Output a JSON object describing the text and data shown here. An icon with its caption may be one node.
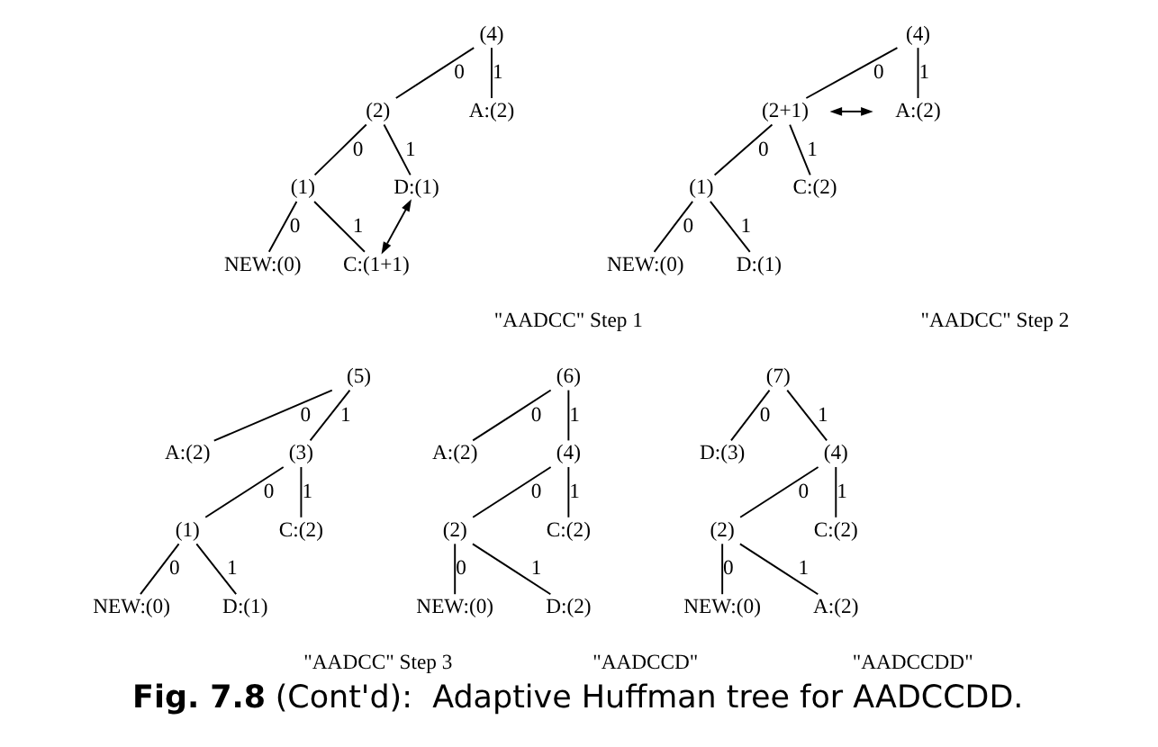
{
  "diagram": {
    "caption": "**Fig. 7.8** (Cont'd):  Adaptive Huffman tree for AADCCDD.",
    "nodes": [
      {
        "text": [
          "(4)"
        ]
      },
      {
        "text": [
          "(2)"
        ]
      },
      {
        "text": [
          "A:(2)"
        ]
      },
      {
        "text": [
          "(1)"
        ]
      },
      {
        "text": [
          "D:(1)"
        ]
      },
      {
        "text": [
          "NEW:(0)"
        ]
      },
      {
        "text": [
          "C:(1+1)"
        ]
      },
      {
        "text": [
          "(4)"
        ]
      },
      {
        "text": [
          "(2+1)"
        ]
      },
      {
        "text": [
          "A:(2)"
        ]
      },
      {
        "text": [
          "(1)"
        ]
      },
      {
        "text": [
          "C:(2)"
        ]
      },
      {
        "text": [
          "NEW:(0)"
        ]
      },
      {
        "text": [
          "D:(1)"
        ]
      },
      {
        "text": [
          "(5)"
        ]
      },
      {
        "text": [
          "A:(2)"
        ]
      },
      {
        "text": [
          "(3)"
        ]
      },
      {
        "text": [
          "(1)"
        ]
      },
      {
        "text": [
          "C:(2)"
        ]
      },
      {
        "text": [
          "NEW:(0)"
        ]
      },
      {
        "text": [
          "D:(1)"
        ]
      },
      {
        "text": [
          "(6)"
        ]
      },
      {
        "text": [
          "A:(2)"
        ]
      },
      {
        "text": [
          "(4)"
        ]
      },
      {
        "text": [
          "(2)"
        ]
      },
      {
        "text": [
          "C:(2)"
        ]
      },
      {
        "text": [
          "NEW:(0)"
        ]
      },
      {
        "text": [
          "D:(2)"
        ]
      },
      {
        "text": [
          "(7)"
        ]
      },
      {
        "text": [
          "D:(3)"
        ]
      },
      {
        "text": [
          "(4)"
        ]
      },
      {
        "text": [
          "(2)"
        ]
      },
      {
        "text": [
          "C:(2)"
        ]
      },
      {
        "text": [
          "NEW:(0)"
        ]
      },
      {
        "text": [
          "A:(2)"
        ]
      }
    ],
    "edges": [
      {
        "from": 0,
        "to": 1,
        "arrow": "none",
        "label": "0"
      },
      {
        "from": 0,
        "to": 2,
        "arrow": "none",
        "label": "1"
      },
      {
        "from": 1,
        "to": 3,
        "arrow": "none",
        "label": "0"
      },
      {
        "from": 1,
        "to": 4,
        "arrow": "none",
        "label": "1"
      },
      {
        "from": 3,
        "to": 5,
        "arrow": "none",
        "label": "0"
      },
      {
        "from": 3,
        "to": 6,
        "arrow": "none",
        "label": "1"
      },
      {
        "from": 6,
        "to": 4,
        "arrow": "both"
      },
      {
        "from": 7,
        "to": 8,
        "arrow": "none",
        "label": "0"
      },
      {
        "from": 7,
        "to": 9,
        "arrow": "none",
        "label": "1"
      },
      {
        "from": 8,
        "to": 10,
        "arrow": "none",
        "label": "0"
      },
      {
        "from": 8,
        "to": 11,
        "arrow": "none",
        "label": "1"
      },
      {
        "from": 10,
        "to": 12,
        "arrow": "none",
        "label": "0"
      },
      {
        "from": 10,
        "to": 13,
        "arrow": "none",
        "label": "1"
      },
      {
        "from": 8,
        "to": 9,
        "arrow": "both"
      },
      {
        "from": 14,
        "to": 15,
        "arrow": "none",
        "label": "0"
      },
      {
        "from": 14,
        "to": 16,
        "arrow": "none",
        "label": "1"
      },
      {
        "from": 16,
        "to": 17,
        "arrow": "none",
        "label": "0"
      },
      {
        "from": 16,
        "to": 18,
        "arrow": "none",
        "label": "1"
      },
      {
        "from": 17,
        "to": 19,
        "arrow": "none",
        "label": "0"
      },
      {
        "from": 17,
        "to": 20,
        "arrow": "none",
        "label": "1"
      },
      {
        "from": 21,
        "to": 22,
        "arrow": "none",
        "label": "0"
      },
      {
        "from": 21,
        "to": 23,
        "arrow": "none",
        "label": "1"
      },
      {
        "from": 23,
        "to": 24,
        "arrow": "none",
        "label": "0"
      },
      {
        "from": 23,
        "to": 25,
        "arrow": "none",
        "label": "1"
      },
      {
        "from": 24,
        "to": 26,
        "arrow": "none",
        "label": "0"
      },
      {
        "from": 24,
        "to": 27,
        "arrow": "none",
        "label": "1"
      },
      {
        "from": 28,
        "to": 29,
        "arrow": "none",
        "label": "0"
      },
      {
        "from": 28,
        "to": 30,
        "arrow": "none",
        "label": "1"
      },
      {
        "from": 30,
        "to": 31,
        "arrow": "none",
        "label": "0"
      },
      {
        "from": 30,
        "to": 32,
        "arrow": "none",
        "label": "1"
      },
      {
        "from": 31,
        "to": 33,
        "arrow": "none",
        "label": "0"
      },
      {
        "from": 31,
        "to": 34,
        "arrow": "none",
        "label": "1"
      }
    ],
    "labels": [
      "\"AADCC\" Step 1",
      "\"AADCC\" Step 2",
      "\"AADCC\" Step 3",
      "\"AADCCD\"",
      "\"AADCCDD\""
    ]
  }
}
